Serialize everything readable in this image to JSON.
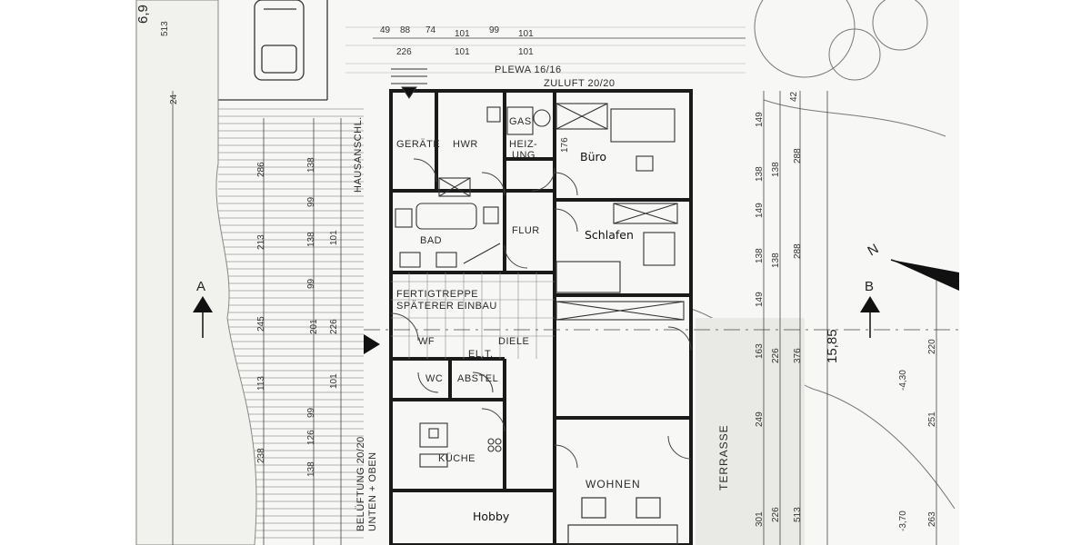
{
  "rooms": {
    "geraete": "GERÄTE",
    "hwr": "HWR",
    "gas": "GAS",
    "heizung_1": "HEIZ-",
    "heizung_2": "UNG",
    "bad": "BAD",
    "flur": "FLUR",
    "fertigtreppe_1": "FERTIGTREPPE",
    "fertigtreppe_2": "SPÄTERER EINBAU",
    "wf": "WF",
    "diele": "DIELE",
    "wc": "WC",
    "eltern_label": "EL.T.",
    "abstell": "ABSTEL",
    "kueche": "KÜCHE",
    "wohnen": "WOHNEN",
    "terrasse": "TERRASSE",
    "hausanschl": "HAUSANSCHL.",
    "beluftung": "BELÜFTUNG 20/20",
    "unten_oben": "UNTEN + OBEN"
  },
  "annotations": {
    "buero": "Büro",
    "schlafen": "Schlafen",
    "hobby": "Hobby"
  },
  "top_labels": {
    "plewa": "PLEWA 16/16",
    "zuluft": "ZULUFT 20/20"
  },
  "section_markers": {
    "left": "A",
    "right": "B",
    "north": "N"
  },
  "dimensions": {
    "top_row_1": [
      "49",
      "88",
      "74",
      "101",
      "99",
      "101"
    ],
    "top_row_2": [
      "226",
      "101",
      "101"
    ],
    "left_edge": [
      "6,9",
      "513",
      "24"
    ],
    "left_col": [
      "286",
      "213",
      "245",
      "113",
      "238"
    ],
    "col2": [
      "138",
      "99",
      "138",
      "99",
      "138",
      "126",
      "99"
    ],
    "col3": [
      "101",
      "201",
      "226",
      "101"
    ],
    "right_col1": [
      "149",
      "138",
      "149",
      "138",
      "149",
      "163",
      "249",
      "301"
    ],
    "right_col2": [
      "138",
      "138",
      "226",
      "226"
    ],
    "right_col3": [
      "288",
      "288",
      "376",
      "513"
    ],
    "right_far": [
      "15,85"
    ],
    "right_edge": [
      "220",
      "251",
      "263",
      "-3,70",
      "-4,30"
    ],
    "misc": [
      "176",
      "42"
    ]
  }
}
